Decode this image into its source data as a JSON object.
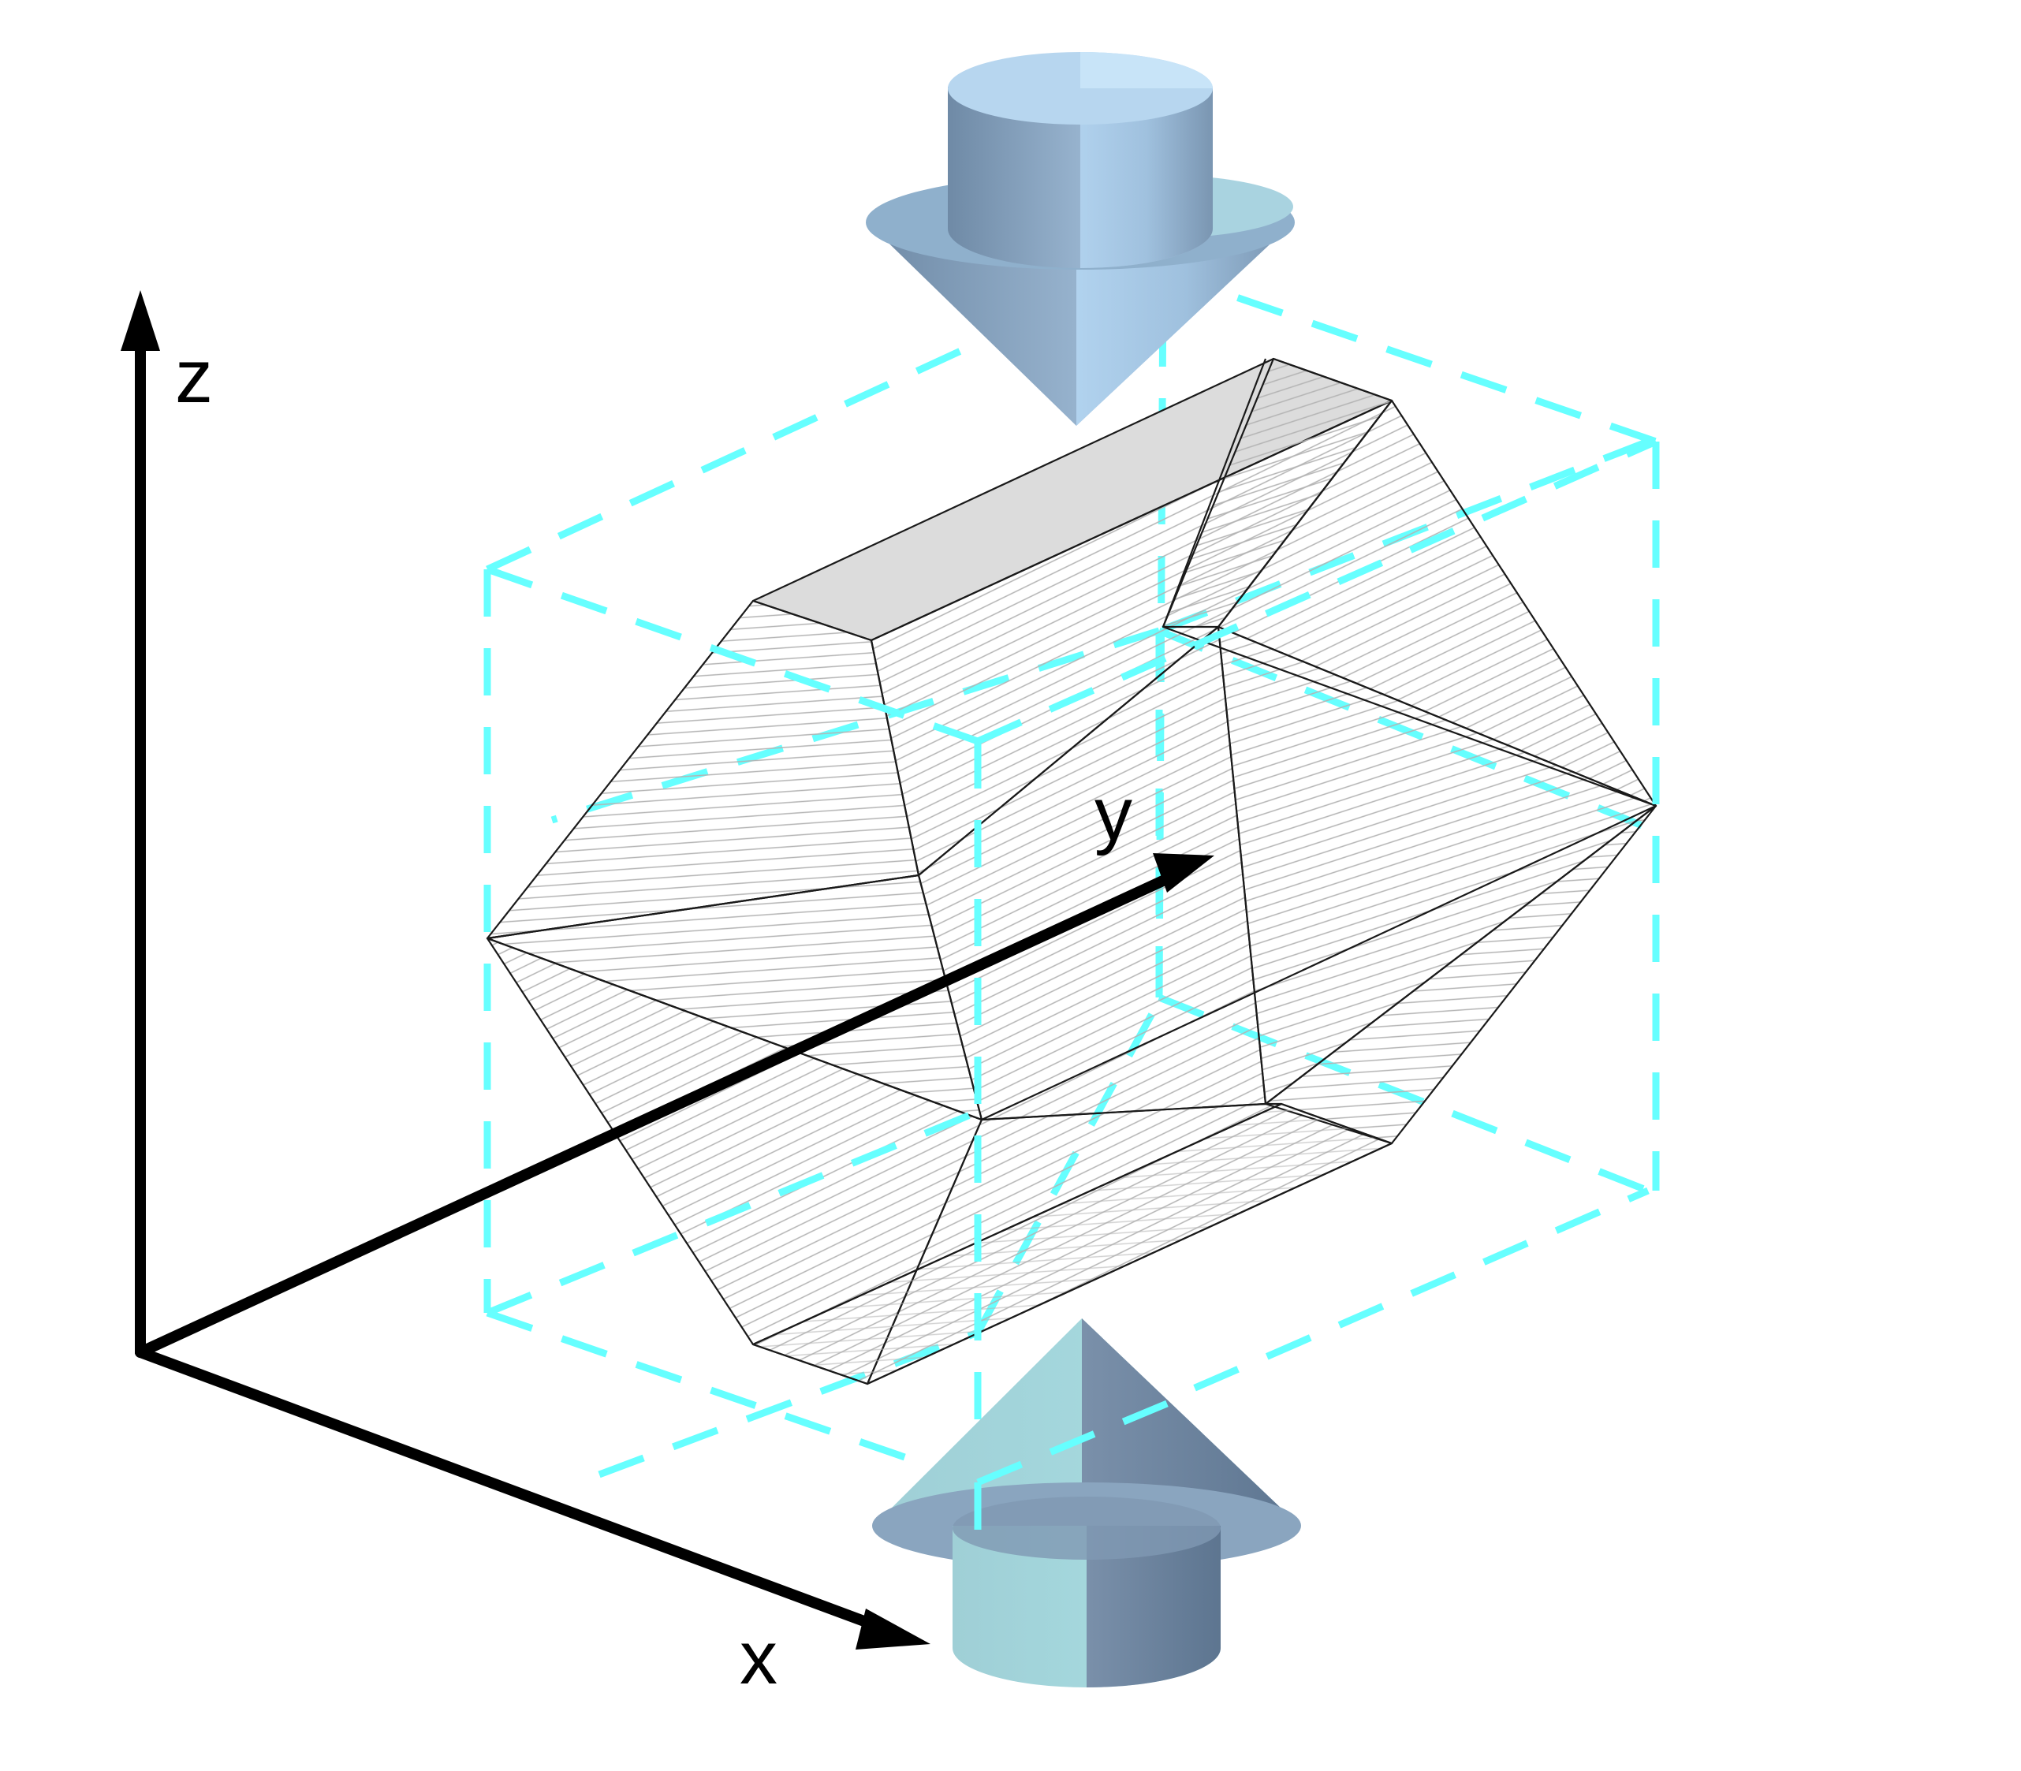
{
  "axes": {
    "z_label": "z",
    "y_label": "y",
    "x_label": "x"
  },
  "colors": {
    "axis": "#000000",
    "cube_dashed": "#66ffff",
    "solid_edge": "#1a1a1a",
    "solid_face": "#ffffff",
    "top_face": "#dcdcdc",
    "hatch": "#a0a0a0",
    "arrow_light": "#b8d8f0",
    "arrow_mid": "#8fb0cc",
    "arrow_dark": "#5d7a96",
    "arrow_cyan": "#a8dde0"
  },
  "icons": {
    "top_arrow": "down-arrow-icon",
    "bottom_arrow": "up-arrow-icon"
  }
}
